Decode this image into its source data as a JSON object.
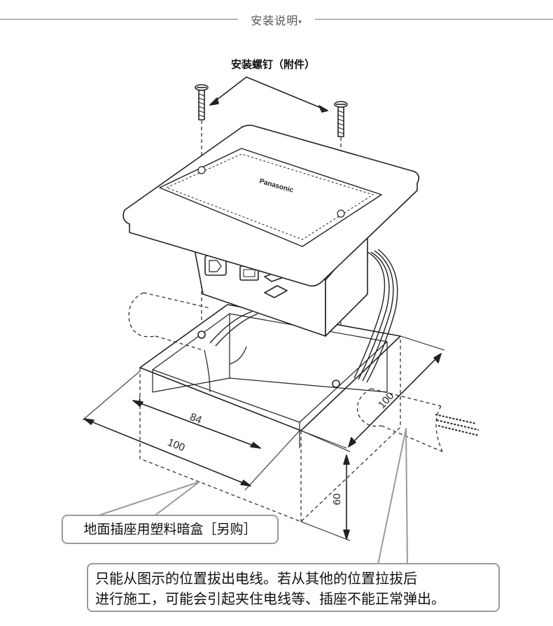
{
  "header": {
    "title": "安装说明",
    "marker": "▾"
  },
  "labels": {
    "screws": "安装螺钉（附件）",
    "brand": "Panasonic",
    "dim_84": "84",
    "dim_100_front": "100",
    "dim_100_side": "100",
    "dim_60": "60"
  },
  "callouts": {
    "box": "地面插座用塑料暗盒［另购］",
    "warning_line1": "只能从图示的位置拔出电线。若从其他的位置拉拔后",
    "warning_line2": "进行施工，可能会引起夹住电线等、插座不能正常弹出。"
  }
}
